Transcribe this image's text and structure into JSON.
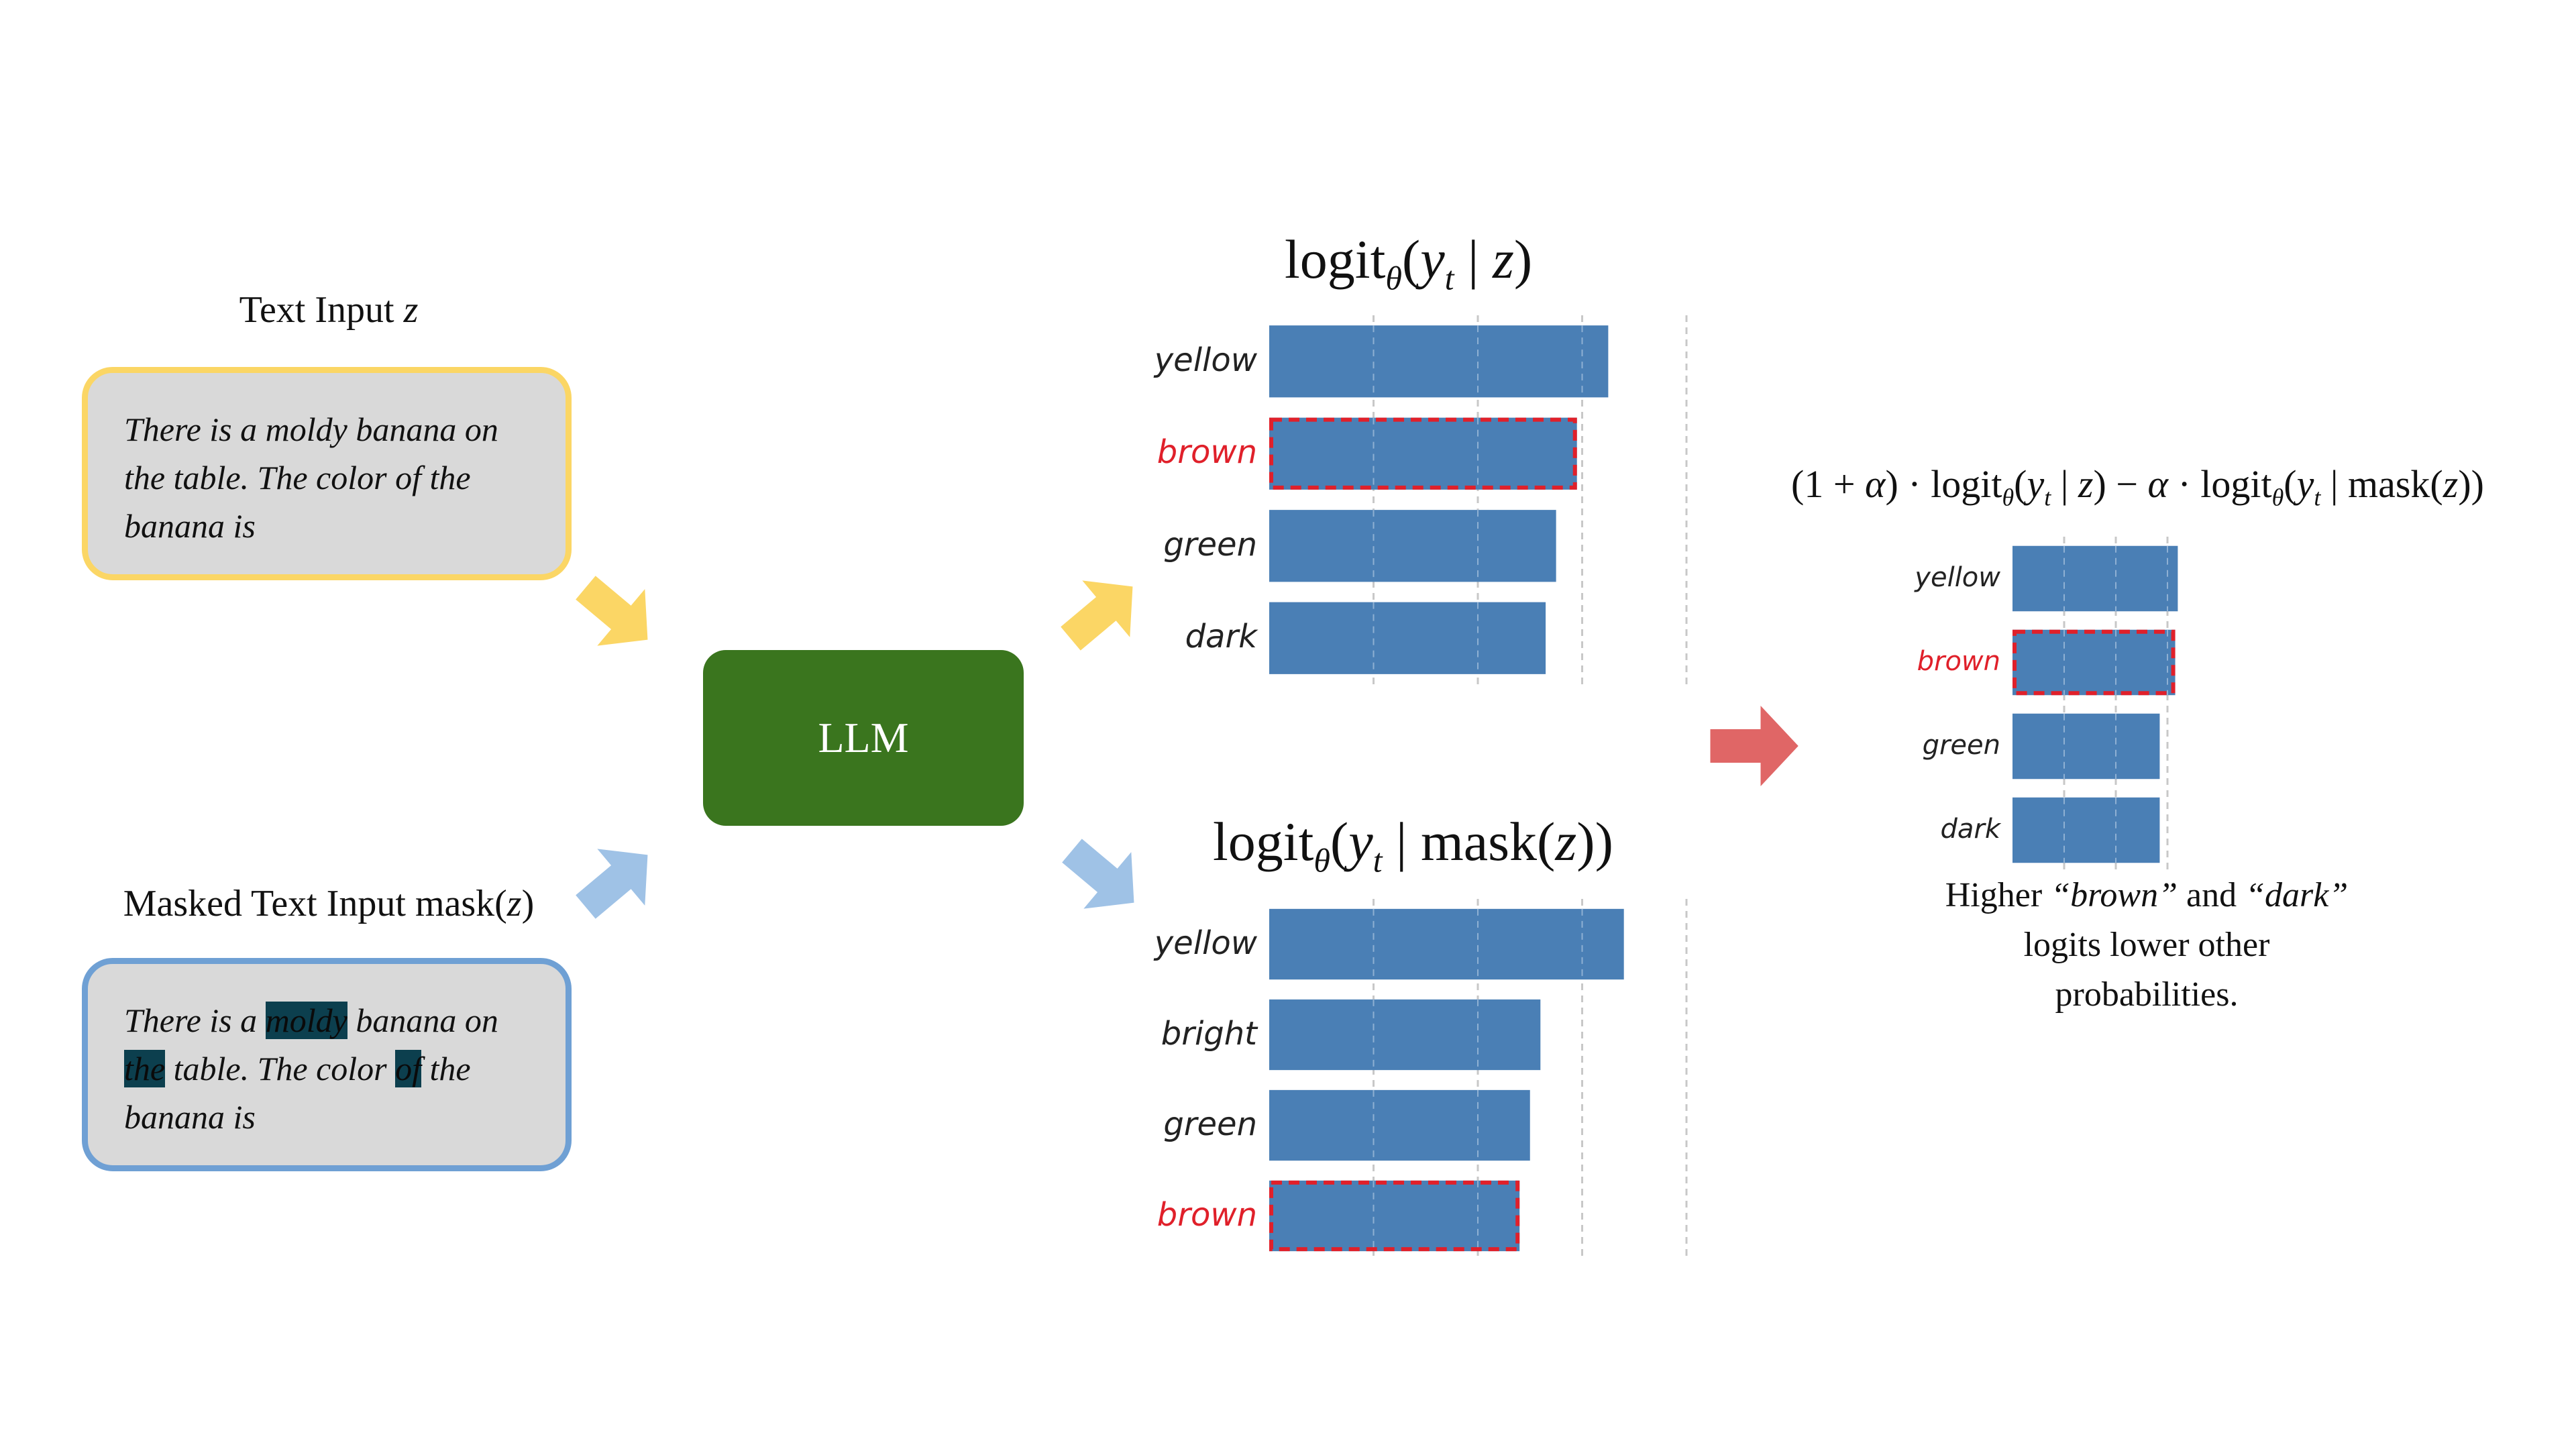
{
  "text_input": {
    "label_prefix": "Text Input ",
    "label_var": "z",
    "lines": [
      "There is a moldy banana on",
      "the table. The color of the",
      "banana is"
    ]
  },
  "masked_input": {
    "label_prefix": "Masked Text Input mask(",
    "label_var": "z",
    "label_suffix": ")",
    "line1": [
      "There is a ",
      "moldy",
      " banana on"
    ],
    "line2": [
      "the",
      " table. The color ",
      "of",
      " the"
    ],
    "line3": "banana is"
  },
  "llm": {
    "label": "LLM"
  },
  "top_chart": {
    "title": {
      "fn": "logit",
      "sub": "θ",
      "open": "(",
      "y": "y",
      "ysub": "t",
      "bar": " | ",
      "z": "z",
      "close": ")"
    }
  },
  "bottom_chart": {
    "title": {
      "fn": "logit",
      "sub": "θ",
      "open": "(",
      "y": "y",
      "ysub": "t",
      "bar": " | mask(",
      "z": "z",
      "close": "))"
    }
  },
  "result_chart": {
    "formula": {
      "p1": "(1 + ",
      "alpha": "α",
      "p2": ") · logit",
      "sub": "θ",
      "p3": "(",
      "y": "y",
      "ysub": "t",
      "p4": " | ",
      "z": "z",
      "p5": ") − ",
      "alpha2": "α",
      "p6": " · logit",
      "sub2": "θ",
      "p7": "(",
      "y2": "y",
      "ysub2": "t",
      "p8": " | mask(",
      "z2": "z",
      "p9": "))"
    }
  },
  "caption": {
    "line1_a": "Higher ",
    "line1_b": "“brown”",
    "line1_c": " and ",
    "line1_d": "“dark”",
    "line2": "logits lower other",
    "line3": "probabilities."
  },
  "colors": {
    "bar": "#4a7fb5",
    "highlight": "#e0202a",
    "yellow_border": "#fbd665",
    "blue_border": "#6fa0d4",
    "yellow_arrow": "#fbd665",
    "blue_arrow": "#9fc2e6",
    "red_arrow": "#e06666",
    "llm": "#3a751e"
  },
  "chart_data": [
    {
      "type": "bar",
      "orientation": "horizontal",
      "categories": [
        "yellow",
        "brown",
        "green",
        "dark"
      ],
      "values": [
        3.25,
        2.95,
        2.75,
        2.65
      ],
      "highlighted": [
        "brown"
      ],
      "xlim": [
        0,
        4
      ],
      "grid": true
    },
    {
      "type": "bar",
      "orientation": "horizontal",
      "categories": [
        "yellow",
        "bright",
        "green",
        "brown"
      ],
      "values": [
        3.4,
        2.6,
        2.5,
        2.4
      ],
      "highlighted": [
        "brown"
      ],
      "xlim": [
        0,
        4
      ],
      "grid": true
    },
    {
      "type": "bar",
      "orientation": "horizontal",
      "categories": [
        "yellow",
        "brown",
        "green",
        "dark"
      ],
      "values": [
        3.2,
        3.15,
        2.85,
        2.85
      ],
      "highlighted": [
        "brown"
      ],
      "xlim": [
        0,
        3.2
      ],
      "grid": true
    }
  ]
}
